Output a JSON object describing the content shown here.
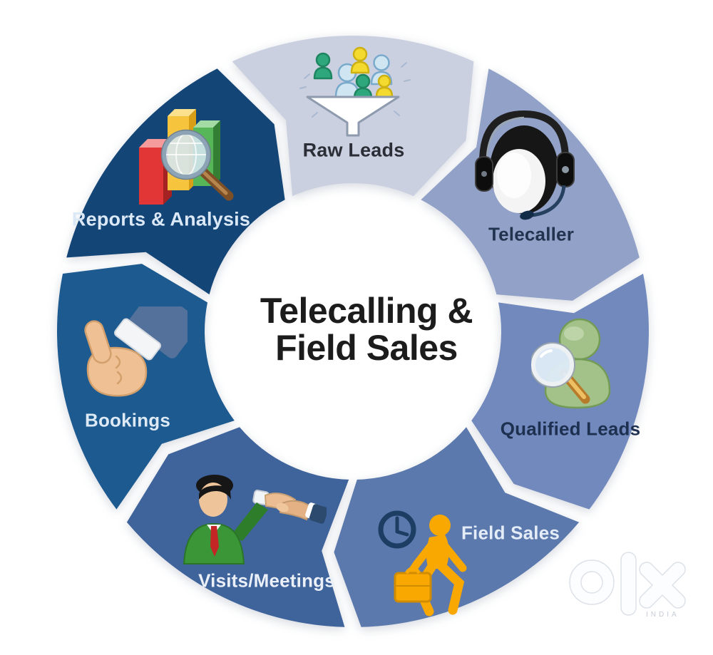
{
  "title": {
    "line1": "Telecalling &",
    "line2": "Field Sales"
  },
  "wheel": {
    "flow_direction": "clockwise",
    "segments": [
      {
        "label": "Raw Leads",
        "icon": "funnel-with-people-icon",
        "color": "#cbd0e1",
        "label_color": "#2b2e36"
      },
      {
        "label": "Telecaller",
        "icon": "headset-agent-icon",
        "color": "#92a1c8",
        "label_color": "#20344f"
      },
      {
        "label": "Qualified Leads",
        "icon": "person-magnifier-icon",
        "color": "#7289bd",
        "label_color": "#1d3050"
      },
      {
        "label": "Field Sales",
        "icon": "clock-and-walking-salesman-icon",
        "color": "#5b79ad",
        "label_color": "#e3ecf7"
      },
      {
        "label": "Visits/Meetings",
        "icon": "businessman-handshake-icon",
        "color": "#3f639b",
        "label_color": "#eaeff8"
      },
      {
        "label": "Bookings",
        "icon": "thumbs-up-icon",
        "color": "#1d5a90",
        "label_color": "#dde9f4"
      },
      {
        "label": "Reports & Analysis",
        "icon": "bar-chart-magnifier-icon",
        "color": "#134577",
        "label_color": "#dbe8f6"
      }
    ]
  },
  "watermark": {
    "brand": "OLX",
    "region": "INDIA"
  }
}
